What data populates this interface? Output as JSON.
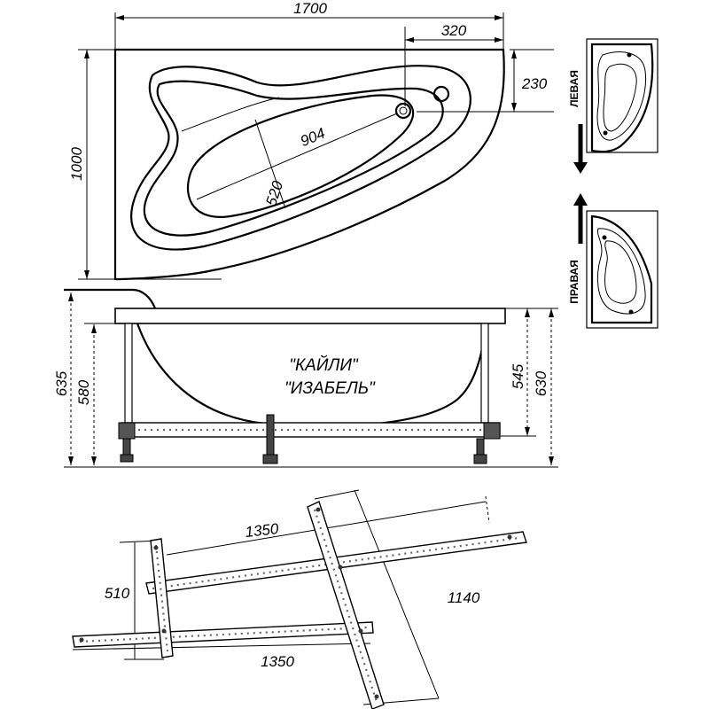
{
  "top_view": {
    "dims": {
      "length": "1700",
      "width": "1000",
      "drain_offset_x": "320",
      "drain_offset_y": "230",
      "inner_length": "904",
      "inner_width": "520"
    }
  },
  "side_view": {
    "model_names": [
      "\"КАЙЛИ\"",
      "\"ИЗАБЕЛЬ\""
    ],
    "dims": {
      "height_total_left": "635",
      "height_frame_left": "580",
      "height_frame_right": "545",
      "height_total_right": "630"
    }
  },
  "variants": {
    "left_label": "ЛЕВАЯ",
    "right_label": "ПРАВАЯ"
  },
  "frame_view": {
    "dims": {
      "beam_length_top": "1350",
      "beam_length_bottom": "1350",
      "depth": "510",
      "diagonal": "1140"
    }
  }
}
